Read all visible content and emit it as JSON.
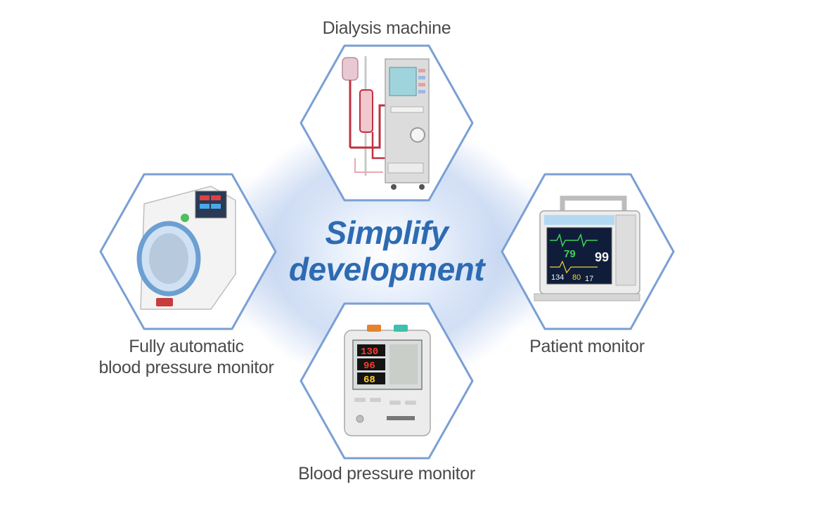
{
  "title": {
    "line1": "Simplify",
    "line2": "development"
  },
  "devices": {
    "dialysis": {
      "label": "Dialysis machine",
      "icon": "dialysis-machine-icon"
    },
    "patient_monitor": {
      "label": "Patient monitor",
      "icon": "patient-monitor-icon",
      "readings": {
        "heart_rate": "79",
        "spo2": "99",
        "bp": "134",
        "bp2": "80",
        "resp": "17"
      }
    },
    "bp_monitor": {
      "label": "Blood pressure monitor",
      "icon": "blood-pressure-monitor-icon",
      "readings": {
        "sys": "130",
        "dia": "96",
        "pulse": "68"
      }
    },
    "fully_automatic": {
      "label_line1": "Fully automatic",
      "label_line2": "blood pressure monitor",
      "icon": "automatic-bp-monitor-icon"
    }
  },
  "colors": {
    "hex_border": "#7a9fd4",
    "title": "#2d6bb3",
    "label": "#4a4a4a",
    "glow": "#b9cdee"
  }
}
